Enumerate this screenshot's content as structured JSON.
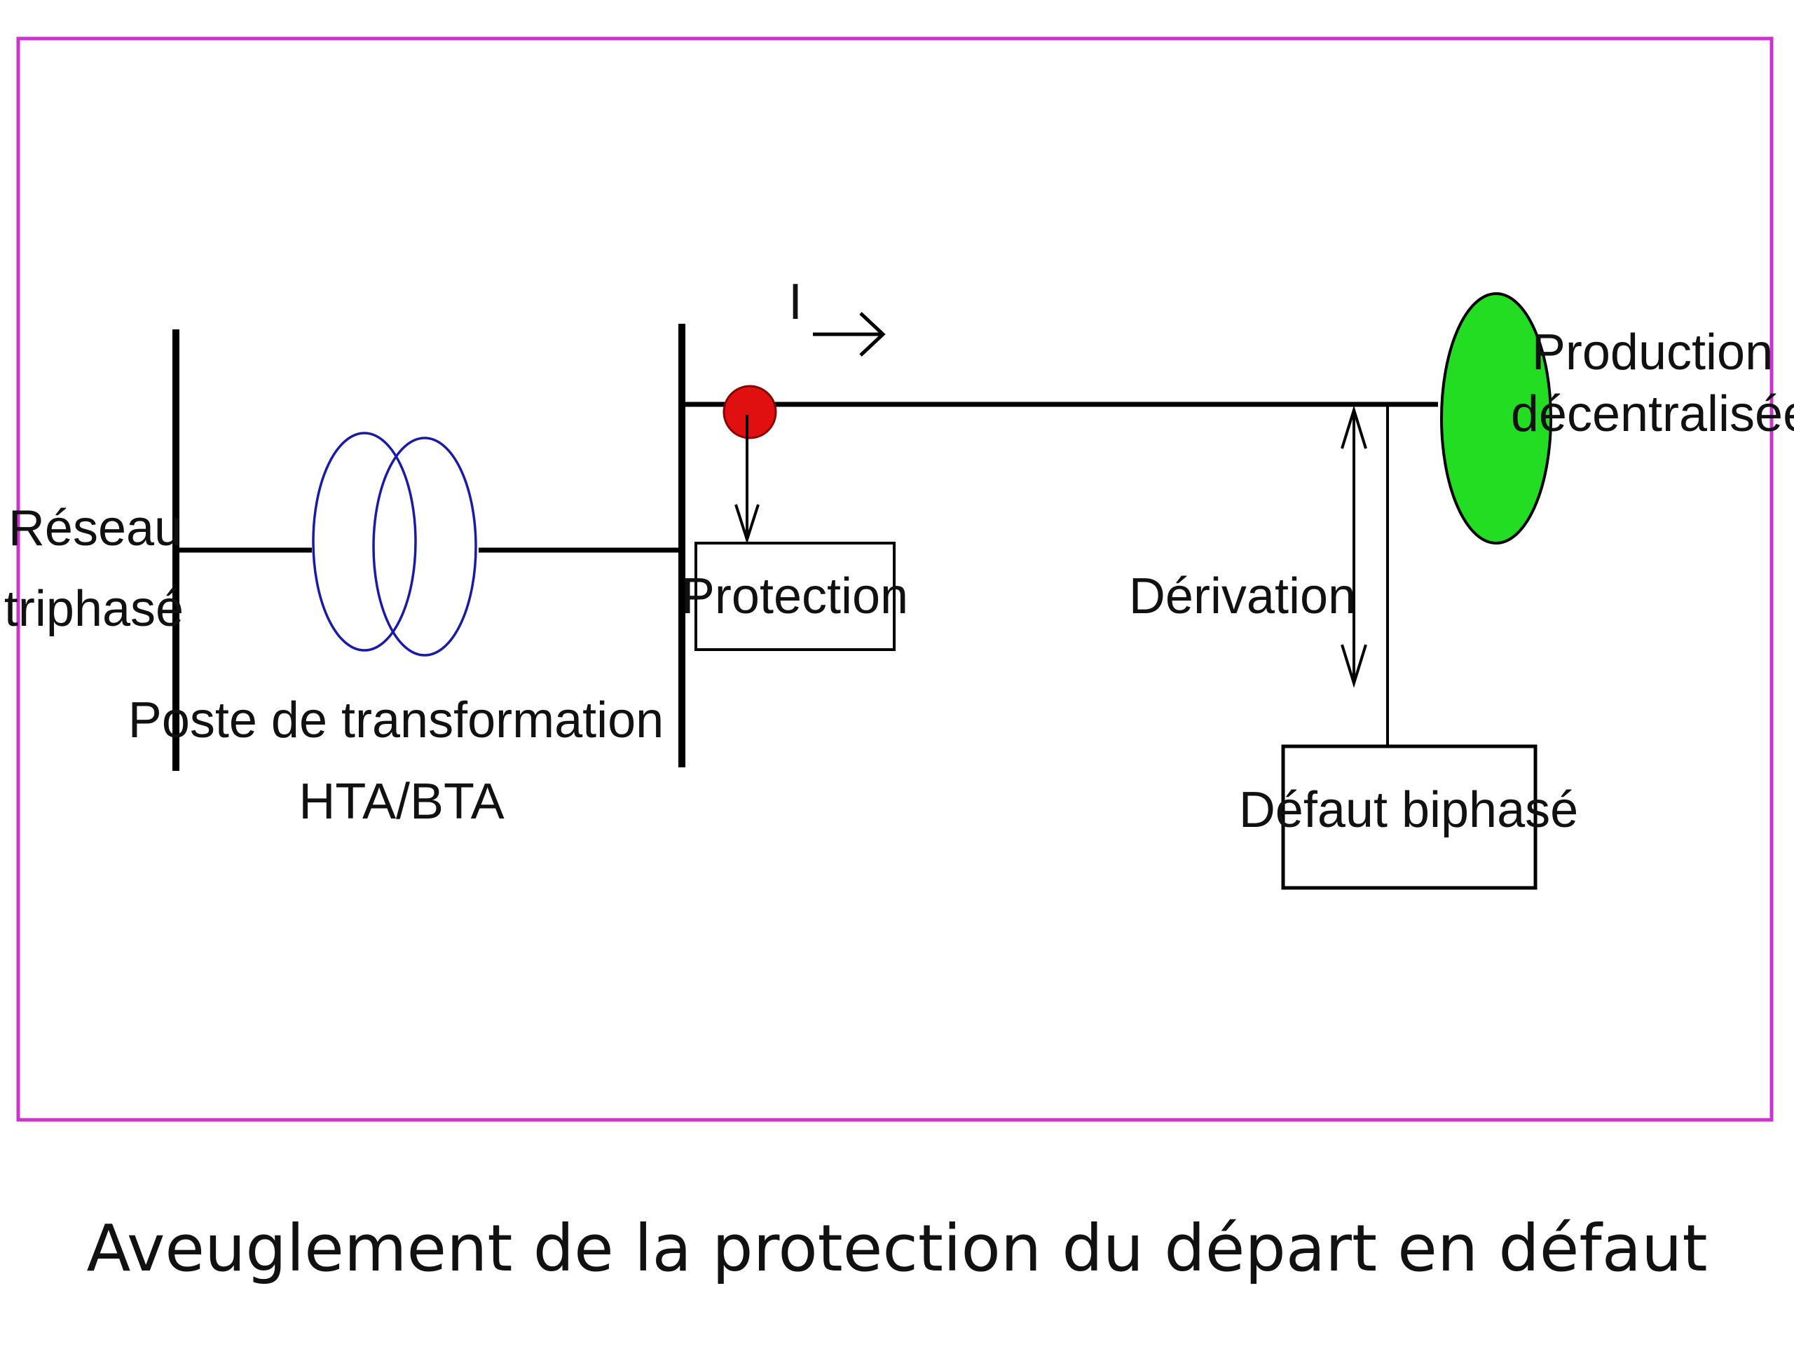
{
  "diagram": {
    "labels": {
      "network": [
        "Réseau",
        "triphasé"
      ],
      "substation": [
        "Poste de transformation",
        "HTA/BTA"
      ],
      "current": "I",
      "protection": "Protection",
      "derivation": "Dérivation",
      "production": [
        "Production",
        "décentralisée"
      ],
      "fault": "Défaut biphasé"
    },
    "colors": {
      "frame": "#cc33cc",
      "lines": "#000000",
      "transformer": "#1a1aa8",
      "protection_dot": "#e01010",
      "generator": "#22dd22"
    }
  },
  "caption": "Aveuglement de la protection du départ en défaut"
}
